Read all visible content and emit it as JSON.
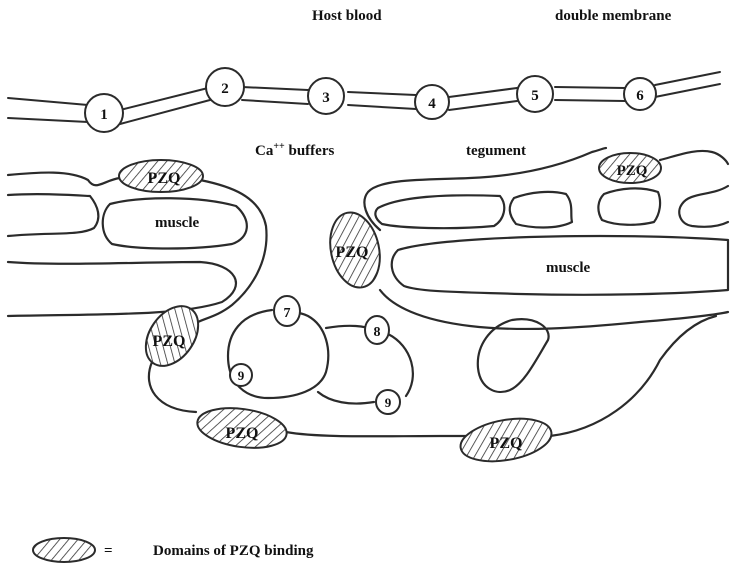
{
  "labels": {
    "host_blood": "Host blood",
    "double_membrane": "double membrane",
    "ca_buffers_base": "Ca",
    "ca_buffers_sup": "++",
    "ca_buffers_rest": " buffers",
    "tegument": "tegument",
    "muscle": "muscle",
    "pzq": "PZQ",
    "legend_equals": "=",
    "legend_text": "Domains of PZQ binding"
  },
  "membrane_nodes": [
    "1",
    "2",
    "3",
    "4",
    "5",
    "6"
  ],
  "internal_nodes": [
    "7",
    "8",
    "9",
    "9"
  ]
}
